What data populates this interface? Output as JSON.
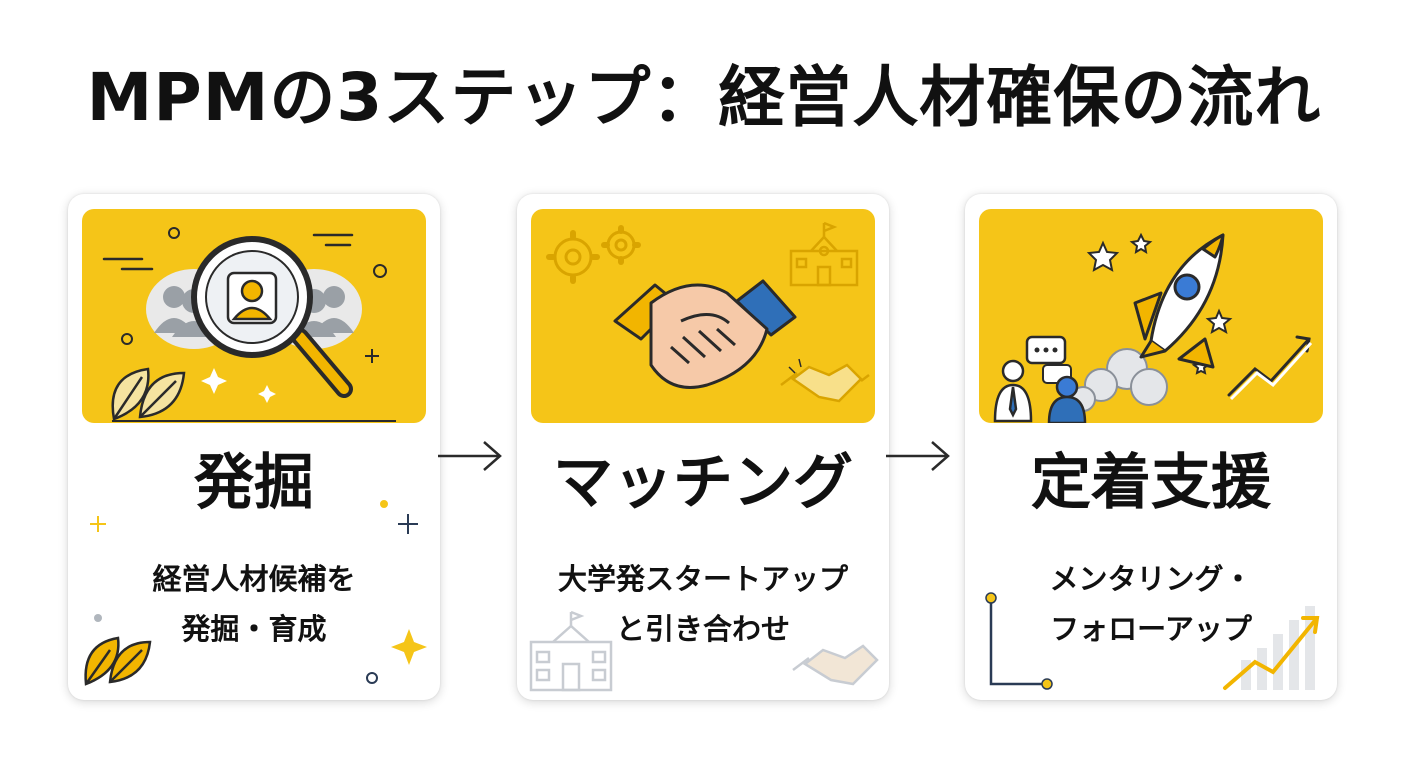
{
  "title": "MPMの3ステップ：経営人材確保の流れ",
  "colors": {
    "accent": "#f5c518",
    "text": "#111111",
    "navy": "#1f3a5f",
    "blue": "#2f6fb8"
  },
  "steps": [
    {
      "title": "発掘",
      "desc": [
        "経営人材候補を",
        "発掘・育成"
      ],
      "icon": "magnifier-person-icon"
    },
    {
      "title": "マッチング",
      "desc": [
        "大学発スタートアップ",
        "と引き合わせ"
      ],
      "icon": "handshake-icon"
    },
    {
      "title": "定着支援",
      "desc": [
        "メンタリング・",
        "フォローアップ"
      ],
      "icon": "rocket-icon"
    }
  ],
  "connector_icon": "arrow-right-icon"
}
